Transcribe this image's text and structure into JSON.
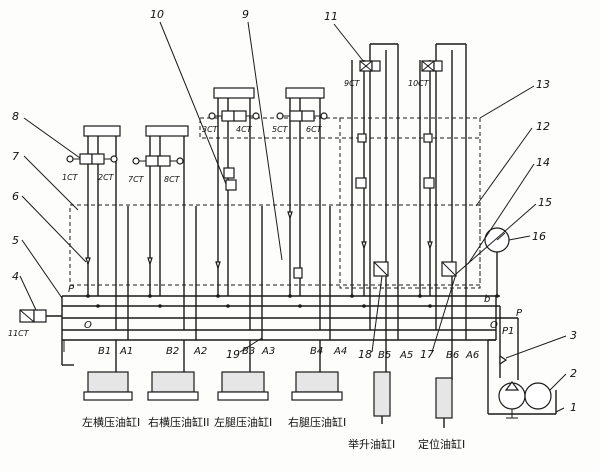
{
  "callouts": [
    "1",
    "2",
    "3",
    "4",
    "5",
    "6",
    "7",
    "8",
    "9",
    "10",
    "11",
    "12",
    "13",
    "14",
    "15",
    "16",
    "17",
    "18",
    "19"
  ],
  "valve_labels": {
    "v1": "1CT",
    "v2": "2CT",
    "v7": "7CT",
    "v8": "8CT",
    "v3": "3CT",
    "v4": "4CT",
    "v5": "5CT",
    "v6": "6CT",
    "v9": "9CT",
    "v10": "10CT",
    "v11": "11CT"
  },
  "port_labels": {
    "P": "P",
    "O": "O",
    "B1": "B1",
    "A1": "A1",
    "B2": "B2",
    "A2": "A2",
    "B3": "B3",
    "A3": "A3",
    "B4": "B4",
    "A4": "A4",
    "B5": "B5",
    "A5": "A5",
    "B6": "B6",
    "A6": "A6",
    "b": "b",
    "P2": "P",
    "O2": "O",
    "P1": "P1"
  },
  "captions": [
    "左横压油缸I",
    "右横压油缸II",
    "左腿压油缸I",
    "右腿压油缸I",
    "举升油缸I",
    "定位油缸I"
  ]
}
